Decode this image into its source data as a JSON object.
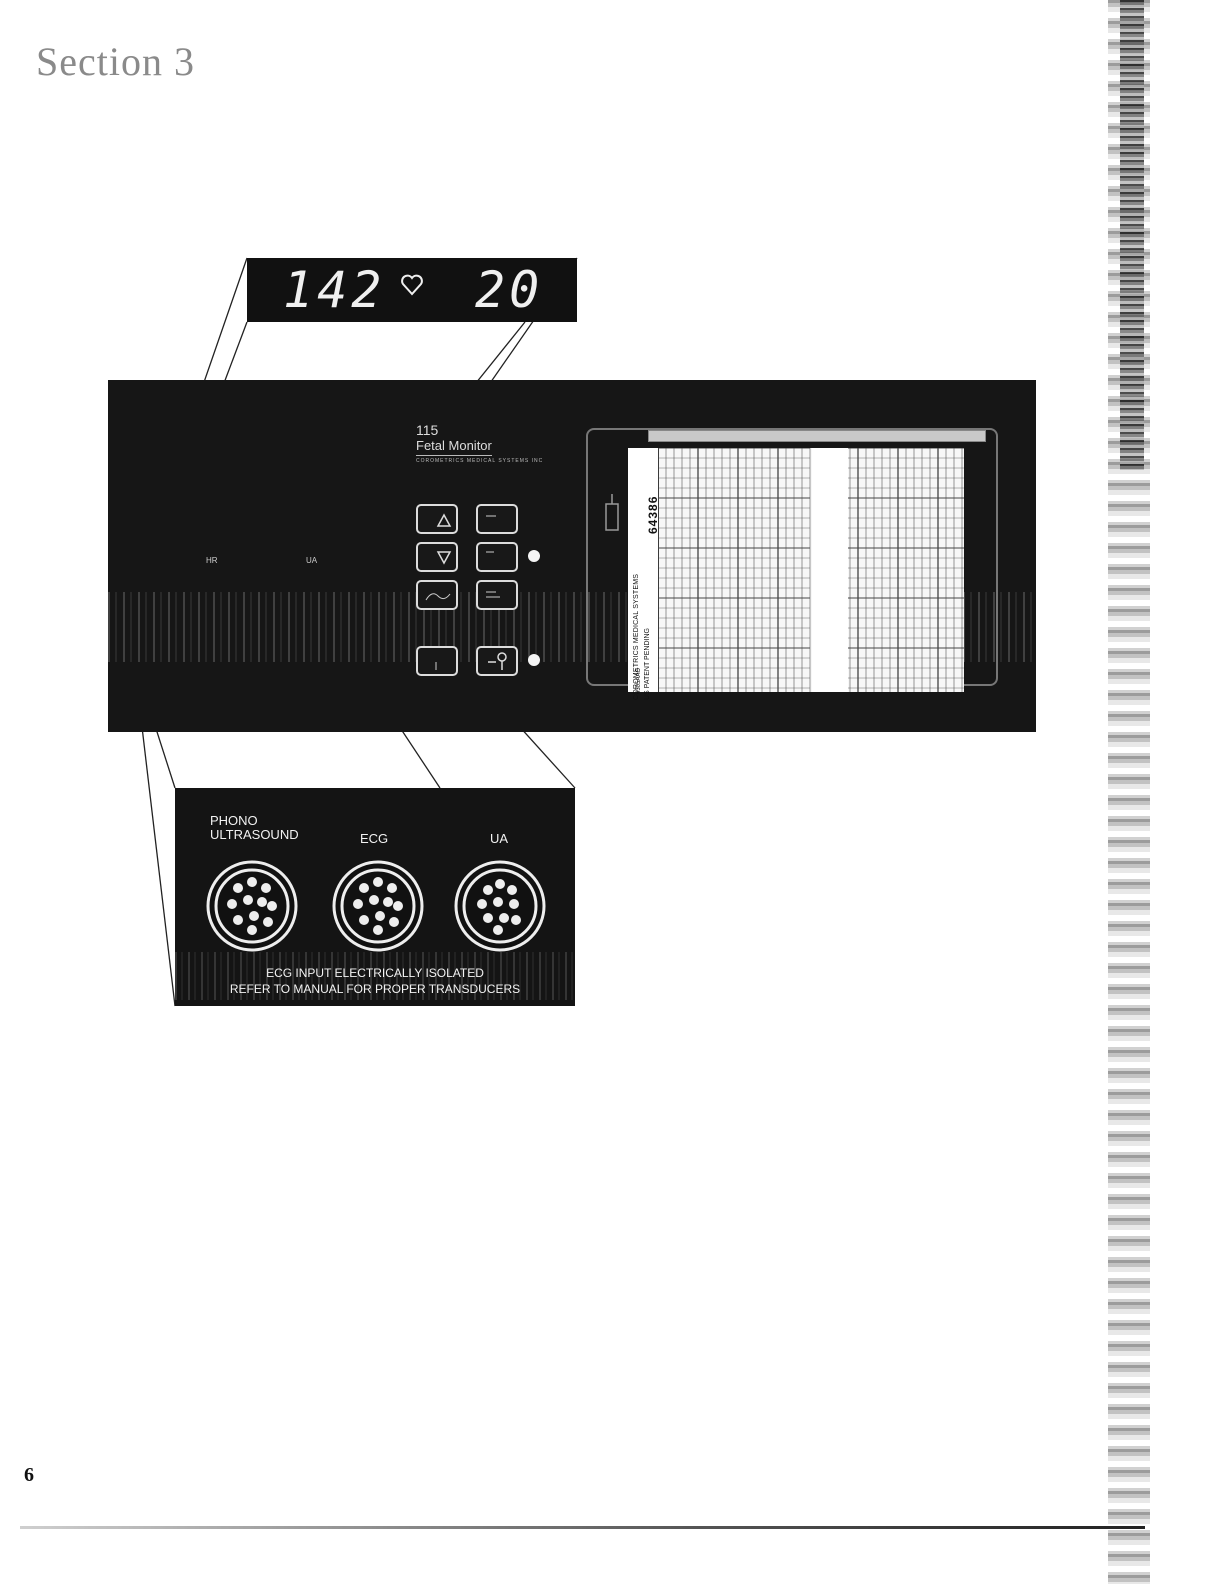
{
  "header": {
    "section_title": "Section 3"
  },
  "display": {
    "heart_rate": "142",
    "uterine_activity": "20",
    "heart_icon": "heart-icon"
  },
  "monitor": {
    "model_number": "115",
    "model_name": "Fetal Monitor",
    "maker_line": "COROMETRICS MEDICAL SYSTEMS INC",
    "labels": {
      "hr": "HR",
      "ua": "UA"
    }
  },
  "recorder_paper": {
    "brand_line1": "COROMETRICS MEDICAL SYSTEMS",
    "brand_line2": "US PATENT PENDING",
    "paper_number": "64386",
    "part_code": "4305AAO"
  },
  "connectors": {
    "phono_ultrasound": "PHONO\nULTRASOUND",
    "ecg": "ECG",
    "ua": "UA",
    "warning_line1": "ECG INPUT ELECTRICALLY ISOLATED",
    "warning_line2": "REFER TO MANUAL FOR PROPER TRANSDUCERS"
  },
  "footer": {
    "page_number": "6"
  }
}
